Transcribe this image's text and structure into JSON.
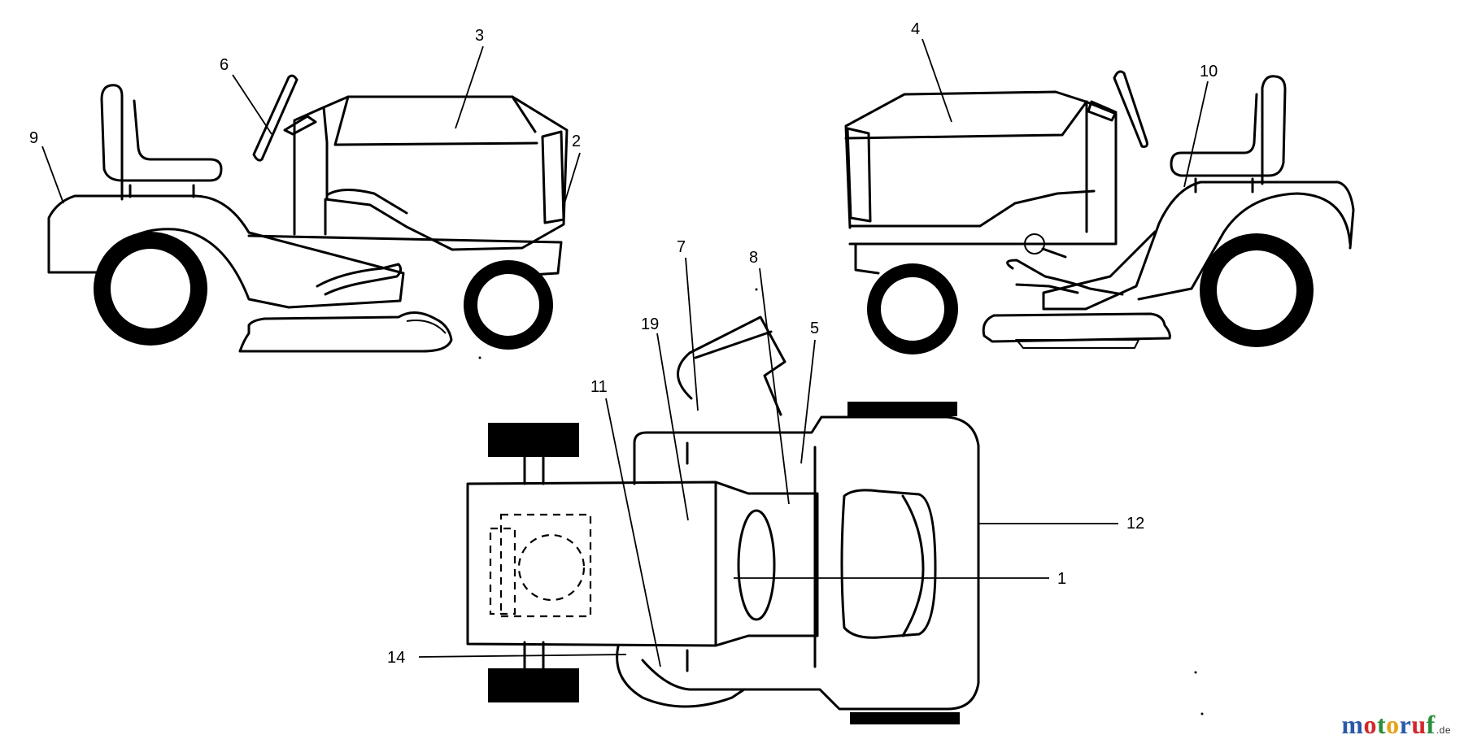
{
  "callouts": {
    "c1": "1",
    "c2": "2",
    "c3": "3",
    "c4": "4",
    "c5": "5",
    "c6": "6",
    "c7": "7",
    "c8": "8",
    "c9": "9",
    "c10": "10",
    "c11": "11",
    "c12": "12",
    "c14": "14",
    "c19": "19"
  },
  "logo": {
    "letters": [
      "m",
      "o",
      "t",
      "o",
      "r",
      "u",
      "f"
    ],
    "colors": [
      "#2a5aa8",
      "#d4282a",
      "#2a8f3a",
      "#e8a21a",
      "#2a5aa8",
      "#d4282a",
      "#2a8f3a"
    ],
    "domain": ".de"
  }
}
